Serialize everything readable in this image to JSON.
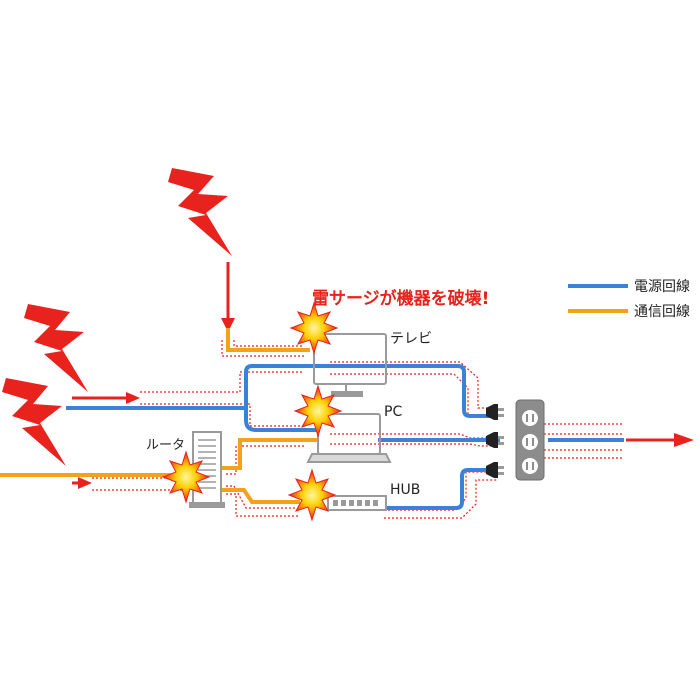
{
  "title": "雷サージが機器を破壊!",
  "legend": {
    "power": {
      "label": "電源回線",
      "color": "#3b82d6"
    },
    "comm": {
      "label": "通信回線",
      "color": "#f5a21b"
    }
  },
  "devices": {
    "tv": "テレビ",
    "pc": "PC",
    "router": "ルータ",
    "hub": "HUB"
  },
  "colors": {
    "surge_red": "#e8221c",
    "device_gray": "#9a9a9a",
    "spark_yellow": "#ffe600"
  },
  "icons": [
    "lightning-icon",
    "spark-icon",
    "power-strip-icon",
    "plug-icon",
    "arrow-icon"
  ]
}
